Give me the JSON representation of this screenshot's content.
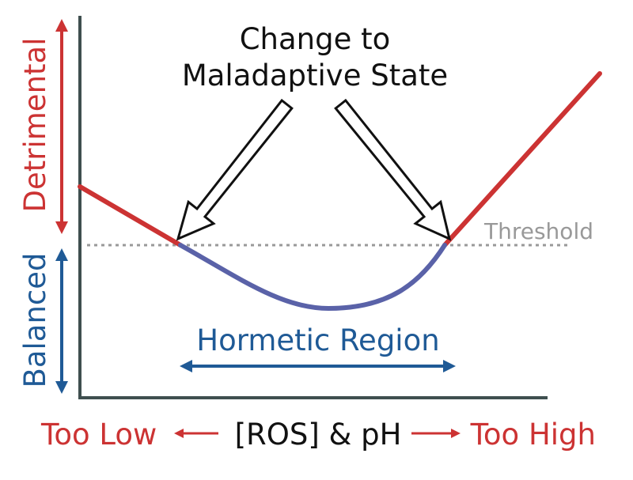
{
  "annotation": {
    "line1": "Change to",
    "line2": "Maladaptive State"
  },
  "threshold_label": "Threshold",
  "y_axis": {
    "upper_label": "Detrimental",
    "lower_label": "Balanced"
  },
  "region_label": "Hormetic Region",
  "x_axis": {
    "left_label": "Too Low",
    "center_label": "[ROS] & pH",
    "right_label": "Too High"
  },
  "colors": {
    "detrimental": "#cc3333",
    "balanced": "#1f5a96",
    "curve_balanced": "#5a62a8",
    "axis": "#3f4f4f",
    "threshold": "#999999",
    "text": "#111111"
  }
}
